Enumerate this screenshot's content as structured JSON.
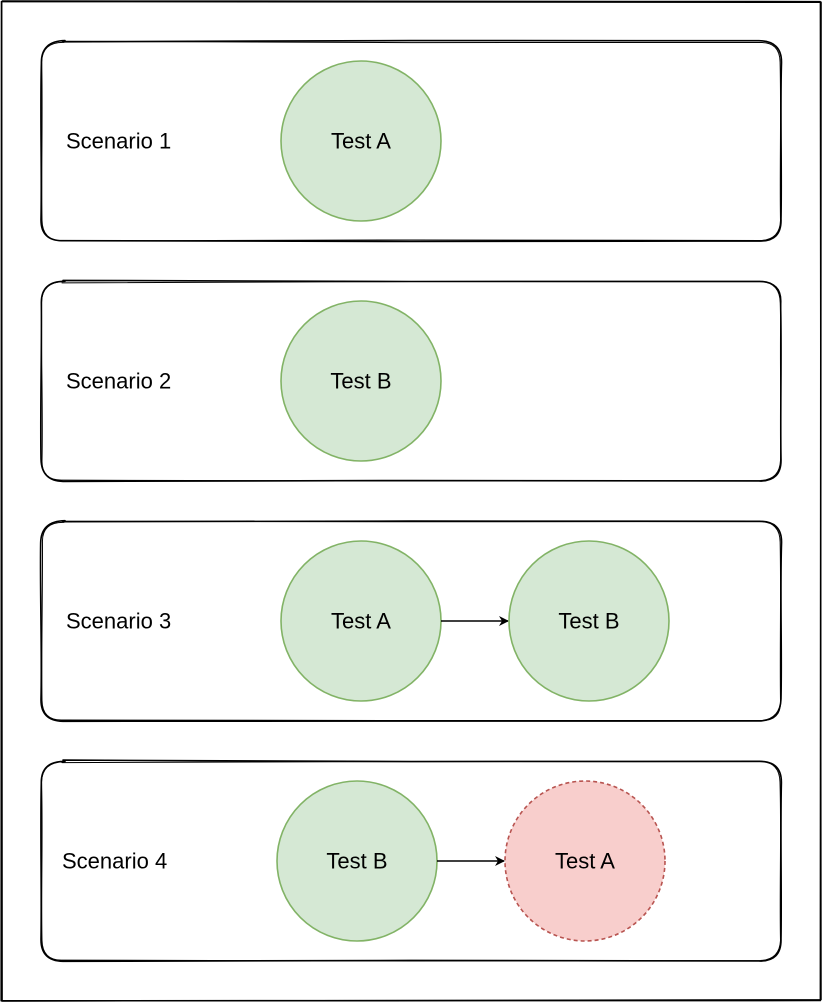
{
  "diagram": {
    "colors": {
      "pass_fill": "#d5e8d4",
      "pass_stroke": "#82b366",
      "fail_fill": "#f8cecc",
      "fail_stroke": "#b85450",
      "line": "#000000",
      "background": "#ffffff"
    },
    "scenarios": [
      {
        "label": "Scenario 1",
        "tests": [
          {
            "label": "Test A",
            "status": "pass"
          }
        ]
      },
      {
        "label": "Scenario 2",
        "tests": [
          {
            "label": "Test B",
            "status": "pass"
          }
        ]
      },
      {
        "label": "Scenario 3",
        "tests": [
          {
            "label": "Test A",
            "status": "pass"
          },
          {
            "label": "Test B",
            "status": "pass"
          }
        ]
      },
      {
        "label": "Scenario 4",
        "tests": [
          {
            "label": "Test B",
            "status": "pass"
          },
          {
            "label": "Test A",
            "status": "fail"
          }
        ]
      }
    ]
  }
}
